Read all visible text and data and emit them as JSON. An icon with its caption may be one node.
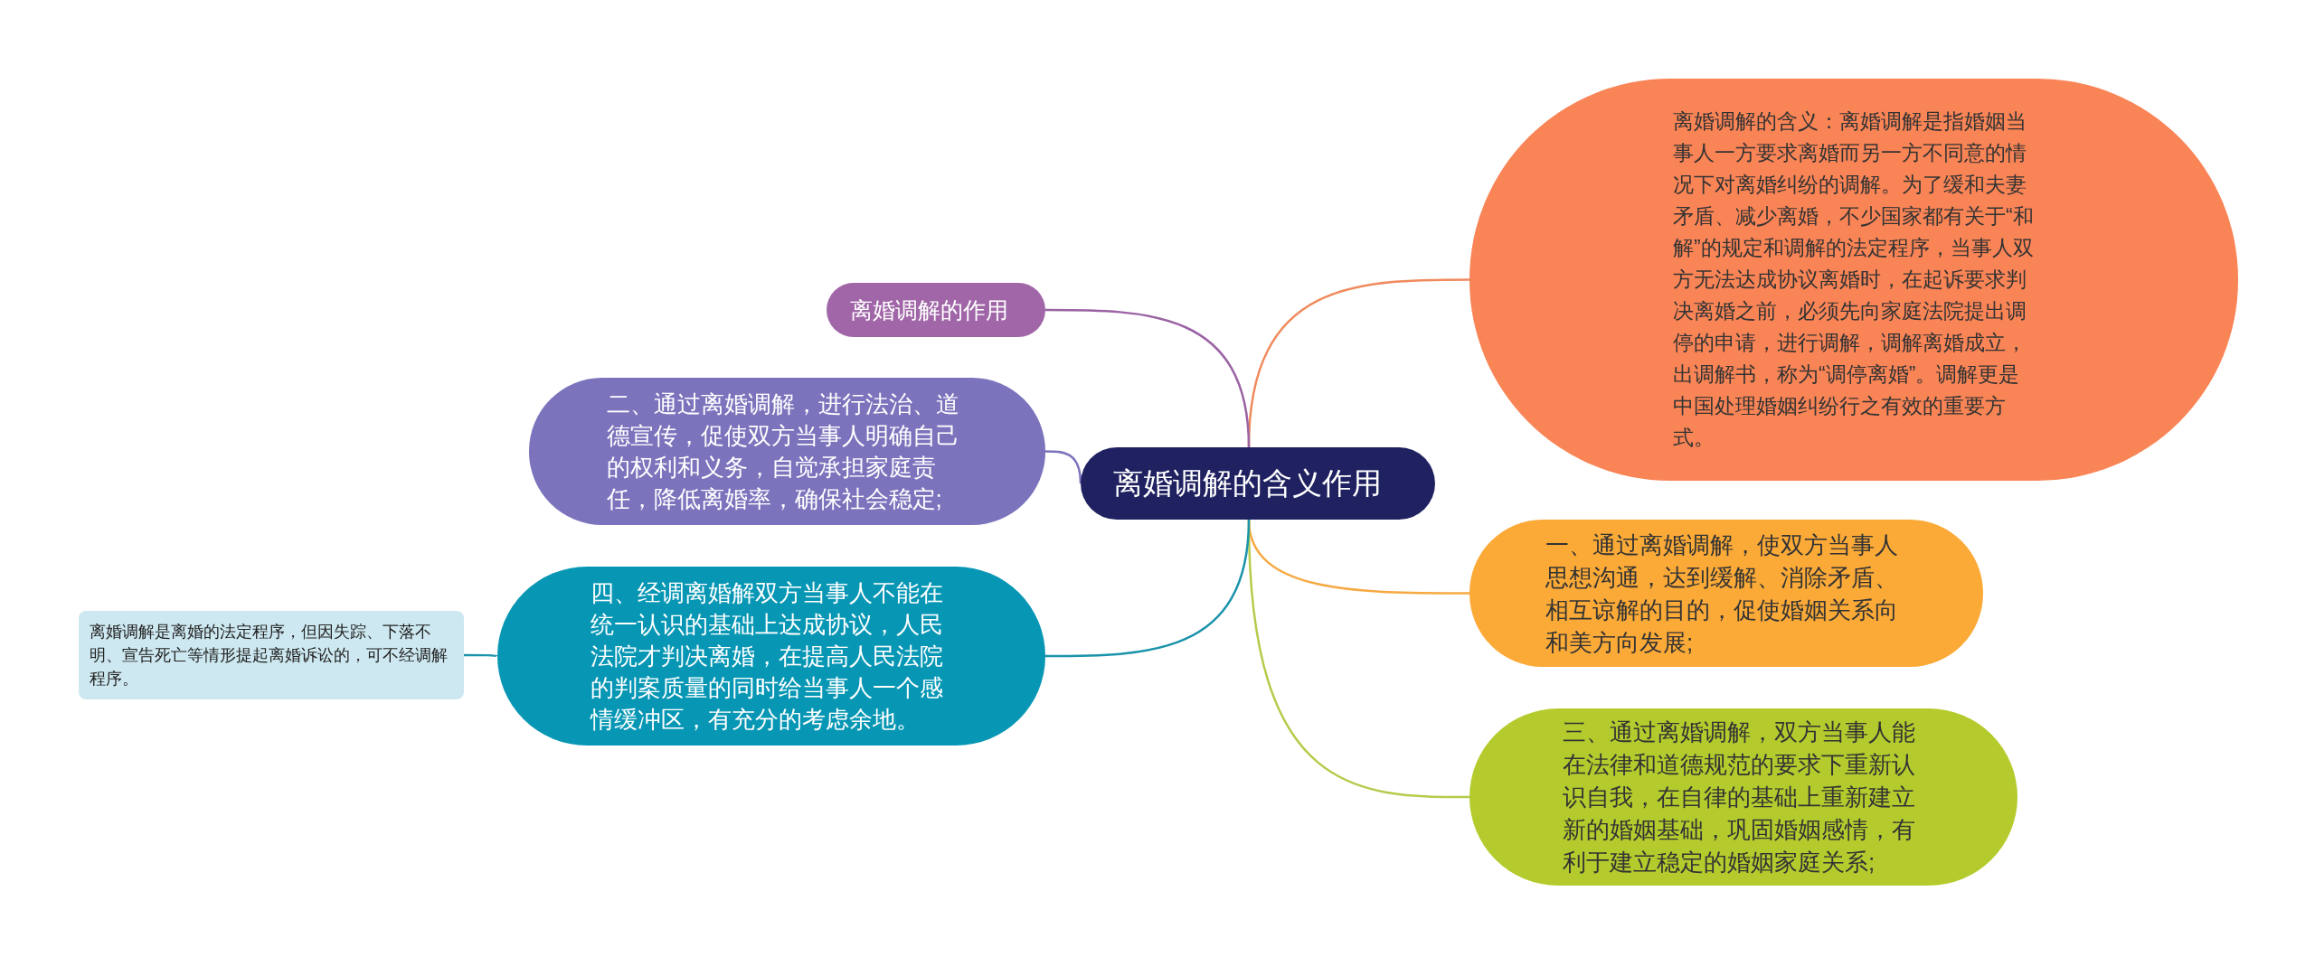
{
  "diagram": {
    "nodes": [
      {
        "text": [
          "离婚调解的含义作用"
        ]
      },
      {
        "text": [
          "离婚调解的含义：离婚调解是指婚姻当事人一方要求离婚而另一方不同意的情况下对离婚纠纷的调解。为了缓和夫妻矛盾、减少离婚，不少国家都有关于“和解”的规定和调解的法定程序，当事人双方无法达成协议离婚时，在起诉要求判决离婚之前，必须先向家庭法院提出调停的申请，进行调解，调解离婚成立，出调解书，称为“调停离婚”。调解更是中国处理婚姻纠纷行之有效的重要方式。"
        ]
      },
      {
        "text": [
          "一、通过离婚调解，使双方当事人思想沟通，达到缓解、消除矛盾、相互谅解的目的，促使婚姻关系向和美方向发展;"
        ]
      },
      {
        "text": [
          "三、通过离婚调解，双方当事人能在法律和道德规范的要求下重新认识自我，在自律的基础上重新建立新的婚姻基础，巩固婚姻感情，有利于建立稳定的婚姻家庭关系;"
        ]
      },
      {
        "text": [
          "离婚调解的作用"
        ]
      },
      {
        "text": [
          "二、通过离婚调解，进行法治、道德宣传，促使双方当事人明确自己的权利和义务，自觉承担家庭责任，降低离婚率，确保社会稳定;"
        ]
      },
      {
        "text": [
          "四、经调离婚解双方当事人不能在统一认识的基础上达成协议，人民法院才判决离婚，在提高人民法院的判案质量的同时给当事人一个感情缓冲区，有充分的考虑余地。"
        ]
      },
      {
        "text": [
          "离婚调解是离婚的法定程序，但因失踪、下落不明、宣告死亡等情形提起离婚诉讼的，可不经调解程序。"
        ]
      }
    ],
    "edges": [
      {
        "from": 0,
        "to": 1,
        "arrow": "none",
        "color": "#f08a5d"
      },
      {
        "from": 0,
        "to": 2,
        "arrow": "none",
        "color": "#f6a943"
      },
      {
        "from": 0,
        "to": 3,
        "arrow": "none",
        "color": "#b5cb4a"
      },
      {
        "from": 0,
        "to": 4,
        "arrow": "none",
        "color": "#9b62a4"
      },
      {
        "from": 0,
        "to": 5,
        "arrow": "none",
        "color": "#7b74bd"
      },
      {
        "from": 0,
        "to": 6,
        "arrow": "none",
        "color": "#1a93ab"
      },
      {
        "from": 6,
        "to": 7,
        "arrow": "none",
        "color": "#1a93ab"
      }
    ]
  }
}
